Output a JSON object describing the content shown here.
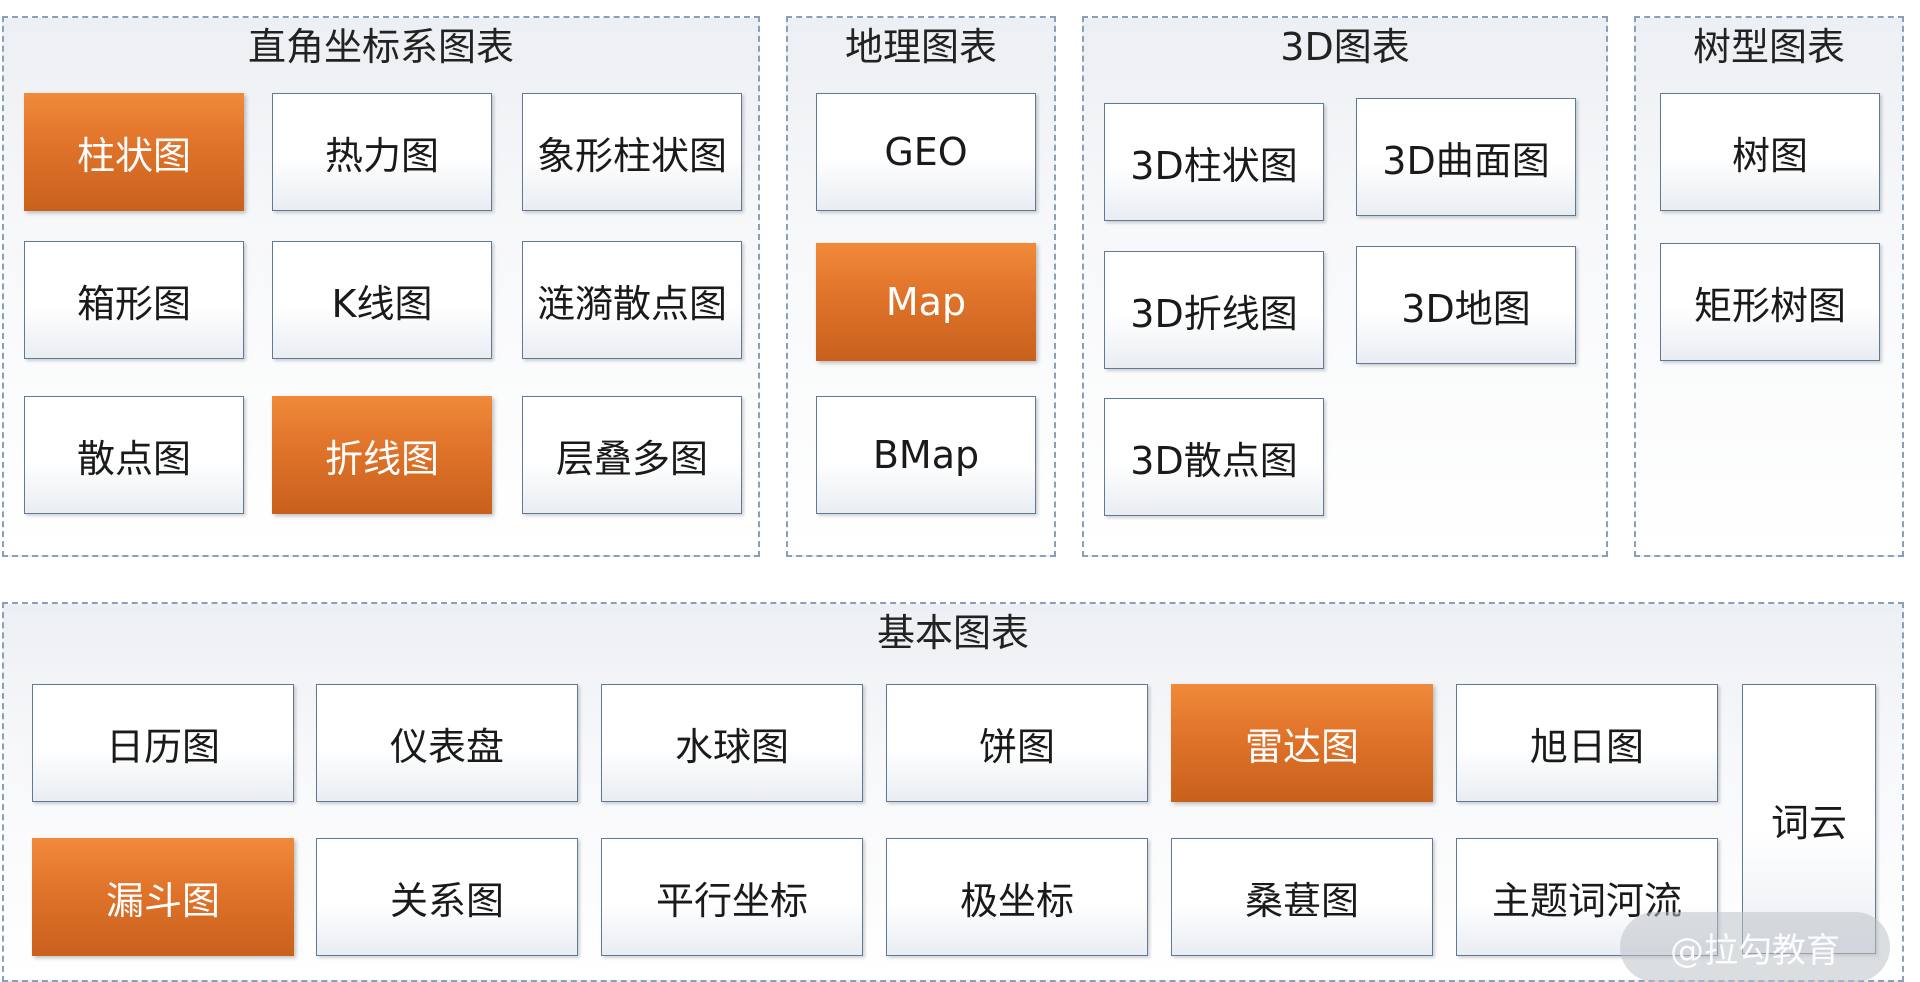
{
  "groups": [
    {
      "id": "cartesian",
      "title": "直角坐标系图表",
      "items": [
        {
          "label": "柱状图",
          "highlight": true
        },
        {
          "label": "热力图",
          "highlight": false
        },
        {
          "label": "象形柱状图",
          "highlight": false
        },
        {
          "label": "箱形图",
          "highlight": false
        },
        {
          "label": "K线图",
          "highlight": false
        },
        {
          "label": "涟漪散点图",
          "highlight": false
        },
        {
          "label": "散点图",
          "highlight": false
        },
        {
          "label": "折线图",
          "highlight": true
        },
        {
          "label": "层叠多图",
          "highlight": false
        }
      ]
    },
    {
      "id": "geo",
      "title": "地理图表",
      "items": [
        {
          "label": "GEO",
          "highlight": false
        },
        {
          "label": "Map",
          "highlight": true
        },
        {
          "label": "BMap",
          "highlight": false
        }
      ]
    },
    {
      "id": "three-d",
      "title": "3D图表",
      "items": [
        {
          "label": "3D柱状图",
          "highlight": false
        },
        {
          "label": "3D曲面图",
          "highlight": false
        },
        {
          "label": "3D折线图",
          "highlight": false
        },
        {
          "label": "3D地图",
          "highlight": false
        },
        {
          "label": "3D散点图",
          "highlight": false
        }
      ]
    },
    {
      "id": "tree",
      "title": "树型图表",
      "items": [
        {
          "label": "树图",
          "highlight": false
        },
        {
          "label": "矩形树图",
          "highlight": false
        }
      ]
    },
    {
      "id": "basic",
      "title": "基本图表",
      "items": [
        {
          "label": "日历图",
          "highlight": false
        },
        {
          "label": "仪表盘",
          "highlight": false
        },
        {
          "label": "水球图",
          "highlight": false
        },
        {
          "label": "饼图",
          "highlight": false
        },
        {
          "label": "雷达图",
          "highlight": true
        },
        {
          "label": "旭日图",
          "highlight": false
        },
        {
          "label": "词云",
          "highlight": false
        },
        {
          "label": "漏斗图",
          "highlight": true
        },
        {
          "label": "关系图",
          "highlight": false
        },
        {
          "label": "平行坐标",
          "highlight": false
        },
        {
          "label": "极坐标",
          "highlight": false
        },
        {
          "label": "桑葚图",
          "highlight": false
        },
        {
          "label": "主题词河流",
          "highlight": false
        }
      ]
    }
  ],
  "colors": {
    "highlight": "#e0732a",
    "box_border": "#5f7a97",
    "group_border": "#8aa0b8"
  },
  "watermark": "@拉勾教育"
}
